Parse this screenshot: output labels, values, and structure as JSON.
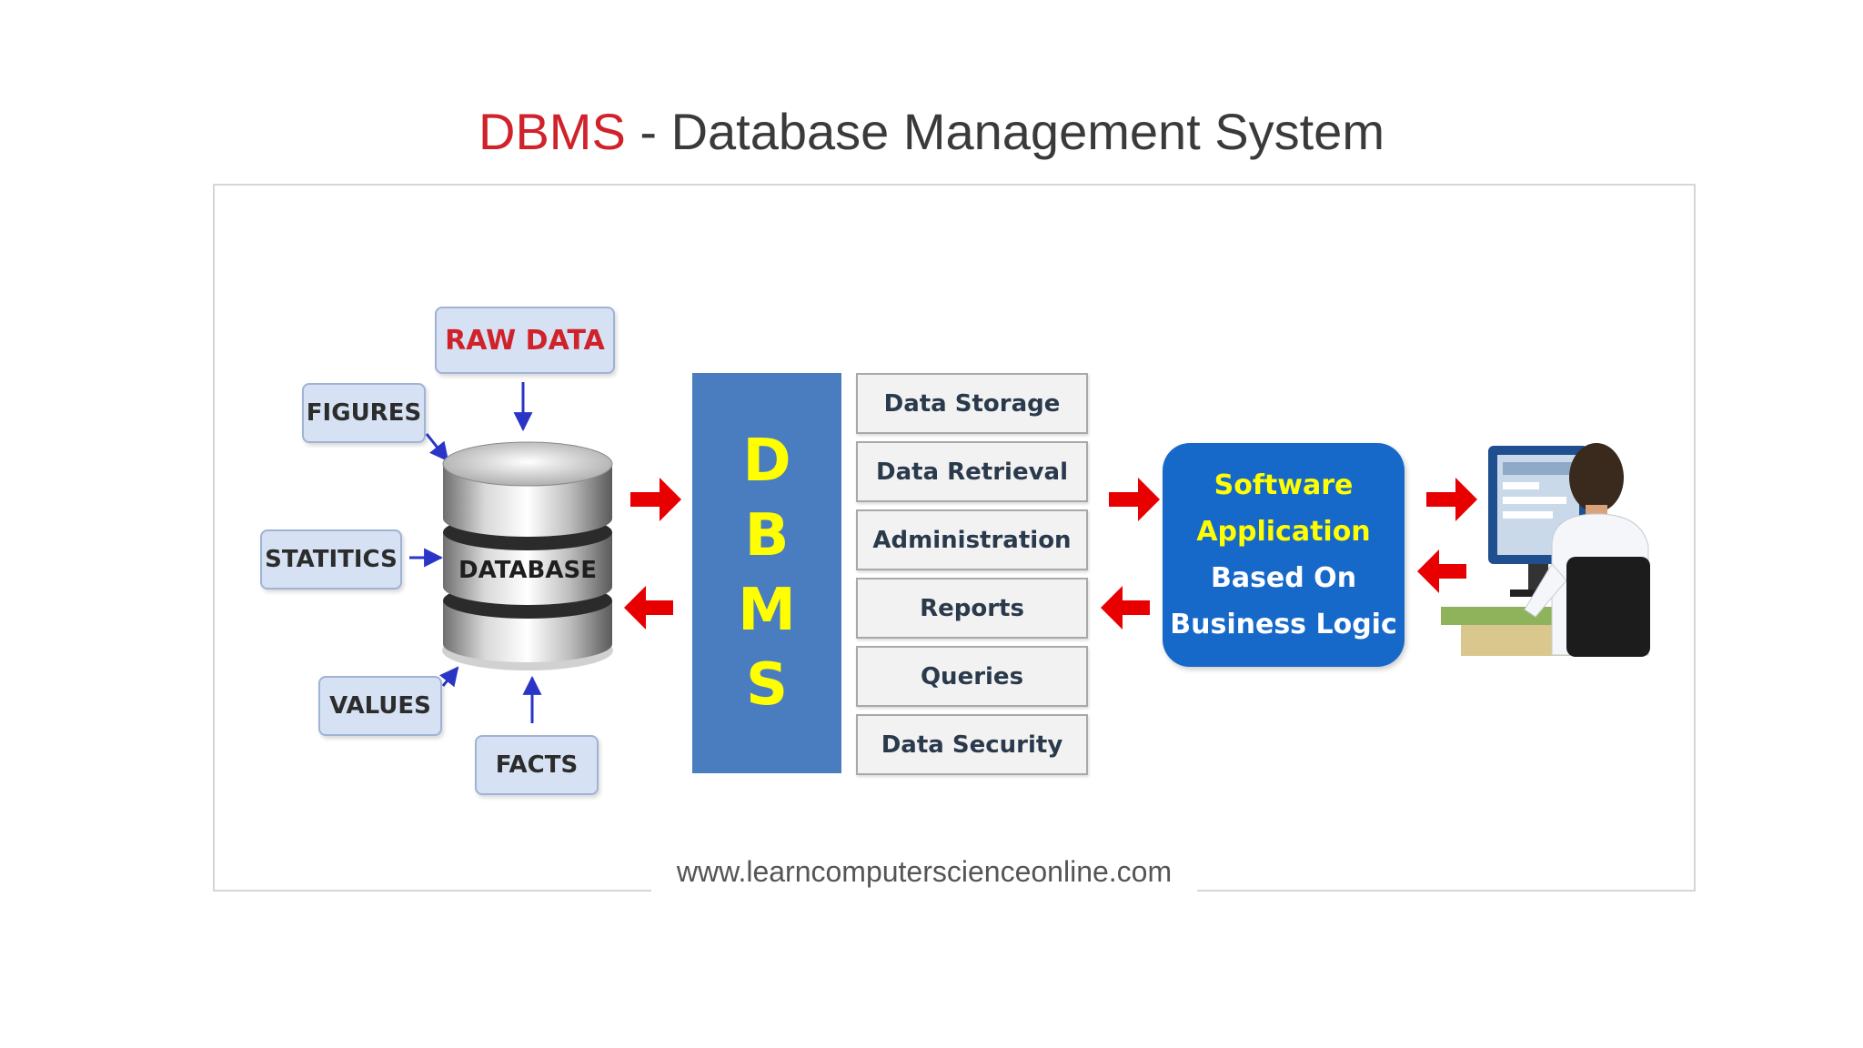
{
  "title": {
    "accent": "DBMS",
    "rest": " - Database Management System"
  },
  "inputs": {
    "raw_data": "RAW DATA",
    "figures": "FIGURES",
    "statitics": "STATITICS",
    "values": "VALUES",
    "facts": "FACTS"
  },
  "database_label": "DATABASE",
  "dbms_letters": [
    "D",
    "B",
    "M",
    "S"
  ],
  "functions": [
    "Data  Storage",
    "Data  Retrieval",
    "Administration",
    "Reports",
    "Queries",
    "Data Security"
  ],
  "software": {
    "line1": "Software",
    "line2": "Application",
    "line3": "Based  On",
    "line4": "Business  Logic"
  },
  "website": "www.learncomputerscienceonline.com",
  "colors": {
    "accent": "#d0222b",
    "dbms_box": "#4a7cc0",
    "dbms_letters": "#ffff00",
    "software_box": "#1769c9",
    "arrows": "#e80000"
  },
  "icons": [
    "database-cylinder-icon",
    "user-at-computer-icon",
    "red-arrow-right-icon",
    "red-arrow-left-icon"
  ]
}
